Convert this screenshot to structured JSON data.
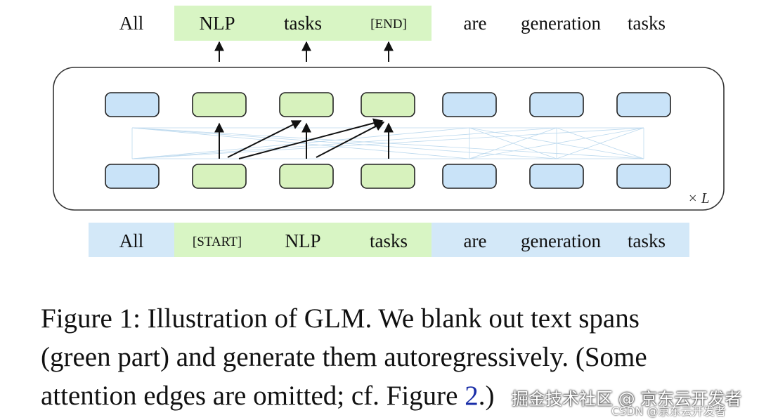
{
  "top_tokens": [
    {
      "text": "All",
      "highlight": false
    },
    {
      "text": "NLP",
      "highlight": true
    },
    {
      "text": "tasks",
      "highlight": true
    },
    {
      "text": "[END]",
      "highlight": true
    },
    {
      "text": "are",
      "highlight": false
    },
    {
      "text": "generation",
      "highlight": false
    },
    {
      "text": "tasks",
      "highlight": false
    }
  ],
  "bottom_tokens": [
    {
      "text": "All",
      "highlight": false
    },
    {
      "text": "[START]",
      "highlight": true
    },
    {
      "text": "NLP",
      "highlight": true
    },
    {
      "text": "tasks",
      "highlight": true
    },
    {
      "text": "are",
      "highlight": false
    },
    {
      "text": "generation",
      "highlight": false
    },
    {
      "text": "tasks",
      "highlight": false
    }
  ],
  "layer_label": "× L",
  "caption": {
    "line1": "Figure 1: Illustration of GLM. We blank out text spans",
    "line2": "(green part) and generate them autoregressively. (Some",
    "line3_before": "attention edges are omitted; cf. Figure ",
    "line3_ref": "2",
    "line3_after": ".)"
  },
  "watermark": {
    "main": "掘金技术社区 @ 京东云开发者",
    "sub": "CSDN @京东云开发者"
  },
  "colors": {
    "green_fill": "#d8f5c4",
    "green_node": "#d7f2bd",
    "blue_fill": "#d3e8f8",
    "blue_node": "#c9e3f8"
  }
}
